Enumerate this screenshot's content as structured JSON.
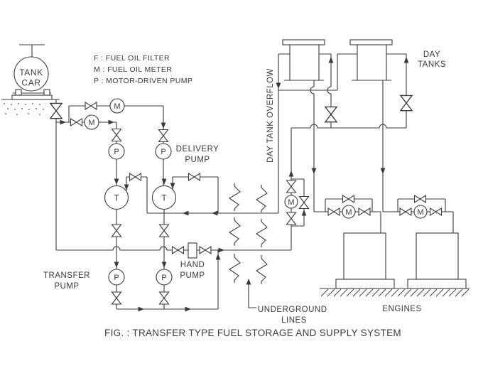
{
  "caption": "FIG. : TRANSFER TYPE FUEL STORAGE AND SUPPLY SYSTEM",
  "legend": {
    "filter": "F : FUEL OIL FILTER",
    "meter": "M : FUEL OIL METER",
    "pump": "P : MOTOR-DRIVEN PUMP"
  },
  "labels": {
    "tank_car": [
      "TANK",
      "CAR"
    ],
    "delivery_pump": [
      "DELIVERY",
      "PUMP"
    ],
    "transfer_pump": [
      "TRANSFER",
      "PUMP"
    ],
    "hand_pump": [
      "HAND",
      "PUMP"
    ],
    "day_tanks": [
      "DAY",
      "TANKS"
    ],
    "day_tank_overflow": "DAY TANK OVERFLOW",
    "underground_lines": [
      "UNDERGROUND",
      "LINES"
    ],
    "engines": "ENGINES"
  },
  "symbols": {
    "meter": "M",
    "pump": "P",
    "tank": "T"
  },
  "colors": {
    "ink": "#3a3a3a",
    "background": "#ffffff"
  }
}
